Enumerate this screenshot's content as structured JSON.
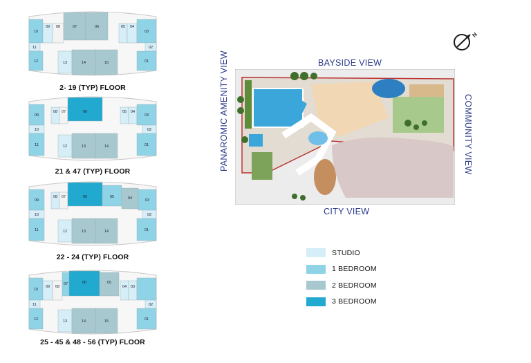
{
  "colors": {
    "studio": "#d6eef7",
    "one_bedroom": "#8fd3e6",
    "two_bedroom": "#a8c8cf",
    "three_bedroom": "#22a9cf",
    "core": "#f3f3f3",
    "outline": "#c9c9c9"
  },
  "floor_plans": [
    {
      "label": "2- 19 (TYP) FLOOR",
      "units": [
        "10",
        "09",
        "08",
        "07",
        "06",
        "05",
        "04",
        "03",
        "11",
        "12",
        "13",
        "14",
        "15",
        "01",
        "02"
      ]
    },
    {
      "label": "21 & 47 (TYP) FLOOR",
      "units": [
        "09",
        "08",
        "07",
        "06",
        "05",
        "04",
        "03",
        "10",
        "02",
        "11",
        "12",
        "13",
        "14",
        "01"
      ]
    },
    {
      "label": "22 - 24 (TYP) FLOOR",
      "units": [
        "09",
        "08",
        "07",
        "06",
        "05",
        "04",
        "03",
        "10",
        "02",
        "11",
        "12",
        "13",
        "14",
        "01"
      ]
    },
    {
      "label": "25 - 45 & 48 - 56 (TYP) FLOOR",
      "units": [
        "10",
        "09",
        "08",
        "07",
        "06",
        "05",
        "04",
        "03",
        "11",
        "12",
        "13",
        "14",
        "15",
        "01",
        "02"
      ]
    }
  ],
  "site_plan": {
    "views": {
      "top": "BAYSIDE VIEW",
      "bottom": "CITY VIEW",
      "left": "PANAROMIC AMENITY VIEW",
      "right": "COMMUNITY VIEW"
    },
    "compass_letter": "N"
  },
  "legend": [
    {
      "label": "STUDIO",
      "color_key": "studio"
    },
    {
      "label": "1 BEDROOM",
      "color_key": "one_bedroom"
    },
    {
      "label": "2 BEDROOM",
      "color_key": "two_bedroom"
    },
    {
      "label": "3 BEDROOM",
      "color_key": "three_bedroom"
    }
  ]
}
